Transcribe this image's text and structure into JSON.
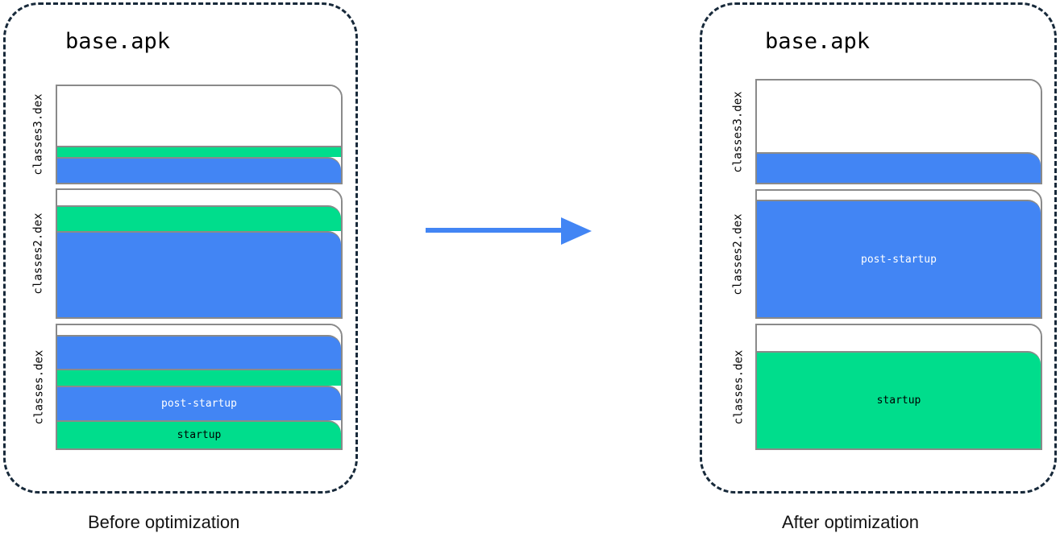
{
  "diagram": {
    "title_before": "Before optimization",
    "title_after": "After optimization",
    "arrow": {
      "name": "right-arrow",
      "color": "#4285f4",
      "direction": "right"
    },
    "colors": {
      "startup": "#00dd8c",
      "post_startup": "#4285f4",
      "unused": "#ffffff",
      "panel_border": "#17293a",
      "box_border": "#8a8a8a"
    },
    "legend_terms": {
      "startup": "startup",
      "post_startup": "post-startup"
    }
  },
  "panels": [
    {
      "id": "before",
      "apk_name": "base.apk",
      "caption": "Before optimization",
      "dex_files": [
        {
          "label": "classes3.dex",
          "segments": [
            {
              "kind": "empty",
              "label": "",
              "pct": 62
            },
            {
              "kind": "green",
              "label": "",
              "pct": 11
            },
            {
              "kind": "blue",
              "label": "",
              "pct": 27
            }
          ]
        },
        {
          "label": "classes2.dex",
          "segments": [
            {
              "kind": "empty",
              "label": "",
              "pct": 12
            },
            {
              "kind": "green",
              "label": "",
              "pct": 20
            },
            {
              "kind": "blue",
              "label": "",
              "pct": 68
            }
          ]
        },
        {
          "label": "classes.dex",
          "segments": [
            {
              "kind": "empty",
              "label": "",
              "pct": 8
            },
            {
              "kind": "blue",
              "label": "",
              "pct": 27
            },
            {
              "kind": "green",
              "label": "",
              "pct": 14
            },
            {
              "kind": "blue",
              "label": "post-startup",
              "pct": 28
            },
            {
              "kind": "green",
              "label": "startup",
              "pct": 23
            }
          ]
        }
      ]
    },
    {
      "id": "after",
      "apk_name": "base.apk",
      "caption": "After optimization",
      "dex_files": [
        {
          "label": "classes3.dex",
          "segments": [
            {
              "kind": "empty",
              "label": "",
              "pct": 70
            },
            {
              "kind": "blue",
              "label": "",
              "pct": 30
            }
          ]
        },
        {
          "label": "classes2.dex",
          "segments": [
            {
              "kind": "empty",
              "label": "",
              "pct": 7
            },
            {
              "kind": "blue",
              "label": "post-startup",
              "pct": 93
            }
          ]
        },
        {
          "label": "classes.dex",
          "segments": [
            {
              "kind": "empty",
              "label": "",
              "pct": 21
            },
            {
              "kind": "green",
              "label": "startup",
              "pct": 79
            }
          ]
        }
      ]
    }
  ]
}
